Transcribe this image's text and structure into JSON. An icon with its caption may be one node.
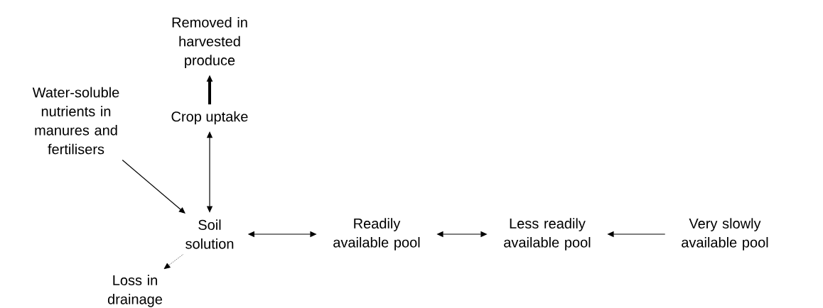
{
  "diagram": {
    "nodes": [
      {
        "text": [
          "Removed in harvested produce"
        ]
      },
      {
        "text": [
          "Water-soluble nutrients in manures and fertilisers"
        ]
      },
      {
        "text": [
          "Crop uptake"
        ]
      },
      {
        "text": [
          "Soil solution"
        ]
      },
      {
        "text": [
          "Readily available pool"
        ]
      },
      {
        "text": [
          "Less readily available pool"
        ]
      },
      {
        "text": [
          "Very slowly available pool"
        ]
      },
      {
        "text": [
          "Loss in drainage"
        ]
      }
    ],
    "edges": [
      {
        "from": 2,
        "to": 0,
        "arrow": "to",
        "style": "thick"
      },
      {
        "from": 1,
        "to": 3,
        "arrow": "to"
      },
      {
        "from": 2,
        "to": 3,
        "arrow": "both"
      },
      {
        "from": 3,
        "to": 4,
        "arrow": "both"
      },
      {
        "from": 4,
        "to": 5,
        "arrow": "both"
      },
      {
        "from": 6,
        "to": 5,
        "arrow": "to"
      },
      {
        "from": 3,
        "to": 7,
        "arrow": "to",
        "style": "dashed"
      }
    ]
  }
}
